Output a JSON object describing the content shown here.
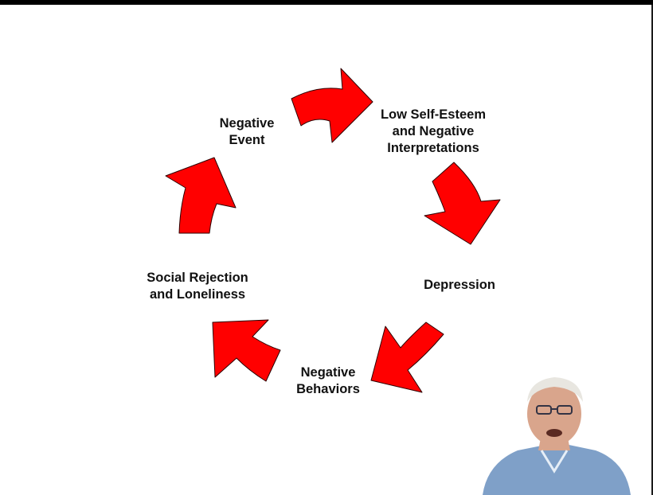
{
  "diagram": {
    "nodes": [
      {
        "id": "negative-event",
        "label": "Negative\nEvent"
      },
      {
        "id": "low-self-esteem",
        "label": "Low Self-Esteem\nand Negative\nInterpretations"
      },
      {
        "id": "depression",
        "label": "Depression"
      },
      {
        "id": "negative-behaviors",
        "label": "Negative\nBehaviors"
      },
      {
        "id": "social-rejection",
        "label": "Social Rejection\nand Loneliness"
      }
    ],
    "edges": [
      {
        "from": "negative-event",
        "to": "low-self-esteem"
      },
      {
        "from": "low-self-esteem",
        "to": "depression"
      },
      {
        "from": "depression",
        "to": "negative-behaviors"
      },
      {
        "from": "negative-behaviors",
        "to": "social-rejection"
      },
      {
        "from": "social-rejection",
        "to": "negative-event"
      }
    ],
    "arrow_color": "#ff0000",
    "arrow_outline": "#2a0000"
  },
  "webcam": {
    "shirt_color": "#7fa0c8",
    "skin_color": "#d9a58c"
  }
}
